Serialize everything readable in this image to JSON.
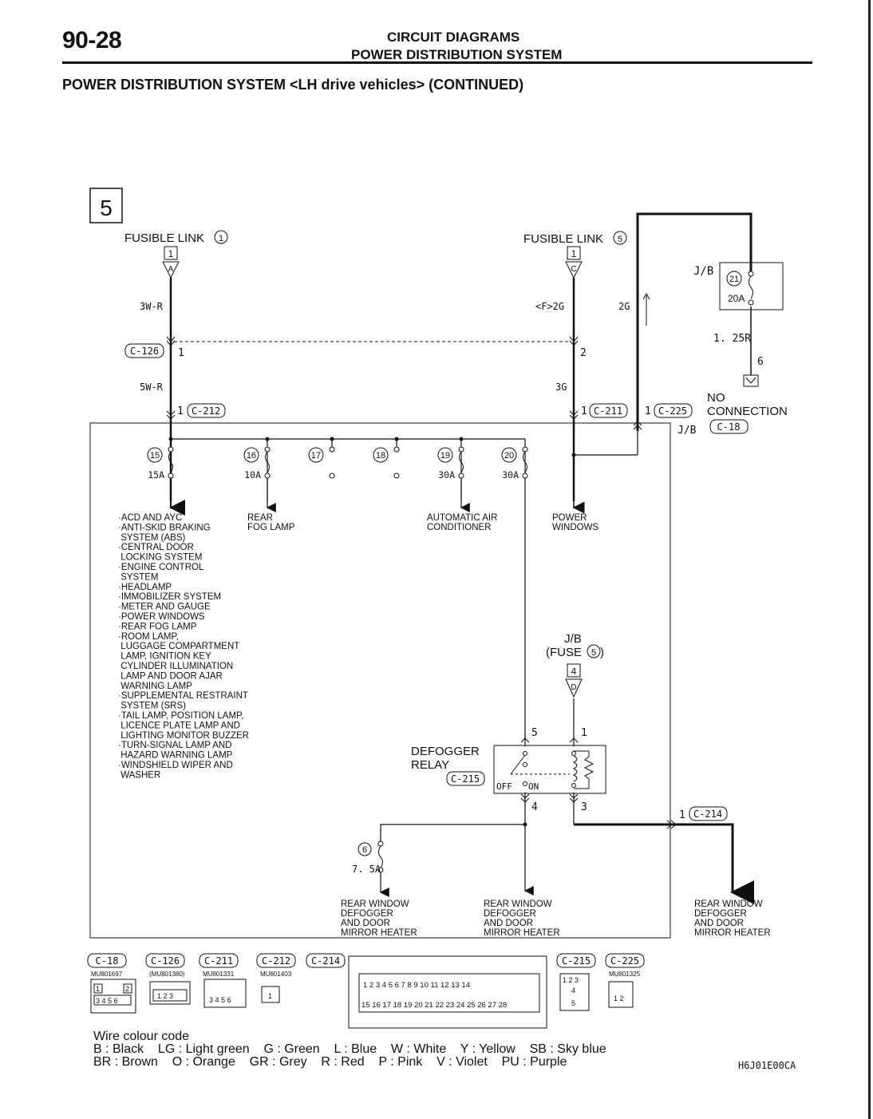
{
  "header": {
    "page_number": "90-28",
    "title": "CIRCUIT DIAGRAMS",
    "subtitle": "POWER DISTRIBUTION SYSTEM",
    "section_title": "POWER DISTRIBUTION SYSTEM <LH drive vehicles> (CONTINUED)"
  },
  "diagram": {
    "page_box": "5",
    "fusible_link_1": "FUSIBLE LINK",
    "fusible_link_1_num": "1",
    "fusible_link_5": "FUSIBLE LINK",
    "fusible_link_5_num": "5",
    "pin_1": "1",
    "pin_A": "A",
    "pin_C": "C",
    "wire_3wr": "3W-R",
    "wire_f2g": "<F>2G",
    "wire_2g": "2G",
    "wire_5wr": "5W-R",
    "wire_3g": "3G",
    "wire_125r": "1. 25R",
    "jb_top": "J/B",
    "fuse21_num": "21",
    "fuse21_amp": "20A",
    "pin_6": "6",
    "no_connection": "NO\nCONNECTION",
    "c126": "C-126",
    "c126_pin1": "1",
    "c126_pin2": "2",
    "c212": "C-212",
    "c211": "C-211",
    "c225": "C-225",
    "c18": "C-18",
    "jb_label": "J/B",
    "fuses": [
      {
        "num": "15",
        "amp": "15A"
      },
      {
        "num": "16",
        "amp": "10A"
      },
      {
        "num": "17",
        "amp": ""
      },
      {
        "num": "18",
        "amp": ""
      },
      {
        "num": "19",
        "amp": "30A"
      },
      {
        "num": "20",
        "amp": "30A"
      }
    ],
    "loads_15": [
      "·ACD AND AYC",
      "·ANTI-SKID BRAKING",
      " SYSTEM (ABS)",
      "·CENTRAL DOOR",
      " LOCKING SYSTEM",
      "·ENGINE CONTROL",
      " SYSTEM",
      "·HEADLAMP",
      "·IMMOBILIZER SYSTEM",
      "·METER AND GAUGE",
      "·POWER WINDOWS",
      "·REAR FOG LAMP",
      "·ROOM LAMP,",
      " LUGGAGE COMPARTMENT",
      " LAMP, IGNITION KEY",
      " CYLINDER ILLUMINATION",
      " LAMP AND DOOR AJAR",
      " WARNING LAMP",
      "·SUPPLEMENTAL RESTRAINT",
      " SYSTEM (SRS)",
      "·TAIL LAMP, POSITION LAMP,",
      " LICENCE PLATE LAMP AND",
      " LIGHTING MONITOR BUZZER",
      "·TURN-SIGNAL LAMP AND",
      " HAZARD WARNING LAMP",
      "·WINDSHIELD WIPER AND",
      " WASHER"
    ],
    "load_16": "REAR\nFOG LAMP",
    "load_19": "AUTOMATIC AIR\nCONDITIONER",
    "load_pw": "POWER\nWINDOWS",
    "jb_fuse5_a": "J/B",
    "jb_fuse5_b": "(FUSE",
    "jb_fuse5_num": "5",
    "pin_4": "4",
    "pin_D": "D",
    "relay_title": "DEFOGGER\nRELAY",
    "c215": "C-215",
    "relay_off": "OFF",
    "relay_on": "ON",
    "relay_pin5": "5",
    "relay_pin1": "1",
    "relay_pin4": "4",
    "relay_pin3": "3",
    "c214": "C-214",
    "c214_pin": "1",
    "fuse6_num": "6",
    "fuse6_amp": "7. 5A",
    "rear_heater": "REAR WINDOW\nDEFOGGER\nAND DOOR\nMIRROR HEATER"
  },
  "connectors": [
    {
      "id": "C-18",
      "part": "MU801697"
    },
    {
      "id": "C-126",
      "part": "(MU801380)"
    },
    {
      "id": "C-211",
      "part": "MU801331"
    },
    {
      "id": "C-212",
      "part": "MU801403"
    },
    {
      "id": "C-214",
      "part": ""
    },
    {
      "id": "C-215",
      "part": ""
    },
    {
      "id": "C-225",
      "part": "MU801325"
    }
  ],
  "legend": {
    "title": "Wire colour code",
    "line1": "B : Black    LG : Light green    G : Green    L : Blue    W : White    Y : Yellow    SB : Sky blue",
    "line2": "BR : Brown    O : Orange    GR : Grey    R : Red    P : Pink    V : Violet    PU : Purple"
  },
  "figure_code": "H6J01E00CA"
}
